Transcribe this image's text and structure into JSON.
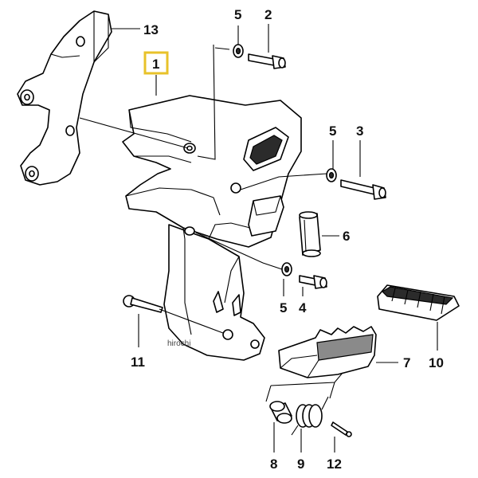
{
  "callouts": {
    "c1": "1",
    "c2": "2",
    "c3": "3",
    "c4": "4",
    "c5a": "5",
    "c5b": "5",
    "c5c": "5",
    "c6": "6",
    "c7": "7",
    "c8": "8",
    "c9": "9",
    "c10": "10",
    "c11": "11",
    "c12": "12",
    "c13": "13"
  },
  "watermark": "hirochi",
  "colors": {
    "highlight": "#e8c22a",
    "ink": "#000000",
    "background": "#ffffff"
  }
}
